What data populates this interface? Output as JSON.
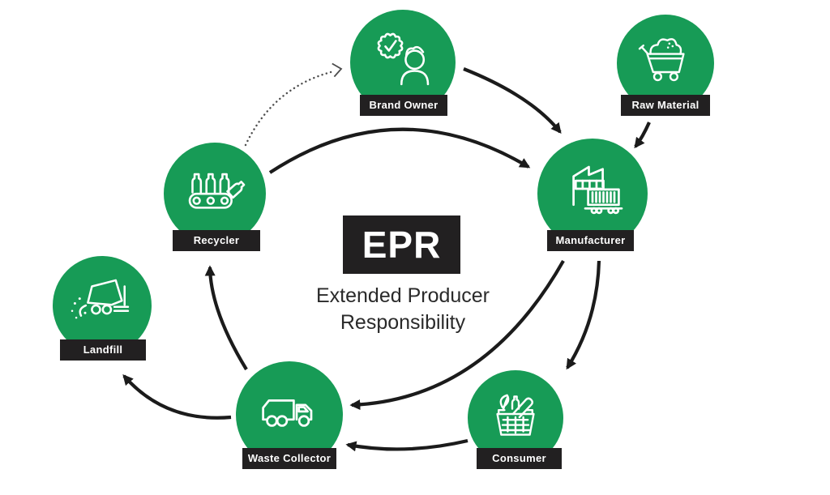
{
  "title": {
    "abbr": "EPR",
    "full": "Extended Producer Responsibility"
  },
  "colors": {
    "node_green": "#179B56",
    "label_black": "#222021",
    "arrow_black": "#1B1B1B",
    "dotted_gray": "#4C4C4C",
    "text_white": "#FFFFFF",
    "background": "#FFFFFF"
  },
  "nodes": {
    "brand_owner": {
      "label": "Brand Owner",
      "icon": "badge-person-icon"
    },
    "raw_material": {
      "label": "Raw Material",
      "icon": "material-cart-icon"
    },
    "manufacturer": {
      "label": "Manufacturer",
      "icon": "factory-container-icon"
    },
    "consumer": {
      "label": "Consumer",
      "icon": "shopping-basket-icon"
    },
    "waste_collector": {
      "label": "Waste Collector",
      "icon": "garbage-truck-icon"
    },
    "landfill": {
      "label": "Landfill",
      "icon": "dump-truck-icon"
    },
    "recycler": {
      "label": "Recycler",
      "icon": "conveyor-bottles-icon"
    }
  },
  "edges": [
    {
      "from": "Recycler",
      "to": "Brand Owner",
      "style": "dotted"
    },
    {
      "from": "Recycler",
      "to": "Manufacturer",
      "style": "solid"
    },
    {
      "from": "Brand Owner",
      "to": "Manufacturer",
      "style": "solid"
    },
    {
      "from": "Raw Material",
      "to": "Manufacturer",
      "style": "solid"
    },
    {
      "from": "Manufacturer",
      "to": "Consumer",
      "style": "solid"
    },
    {
      "from": "Manufacturer",
      "to": "Waste Collector",
      "style": "solid"
    },
    {
      "from": "Consumer",
      "to": "Waste Collector",
      "style": "solid"
    },
    {
      "from": "Waste Collector",
      "to": "Landfill",
      "style": "solid"
    },
    {
      "from": "Waste Collector",
      "to": "Recycler",
      "style": "solid"
    }
  ]
}
